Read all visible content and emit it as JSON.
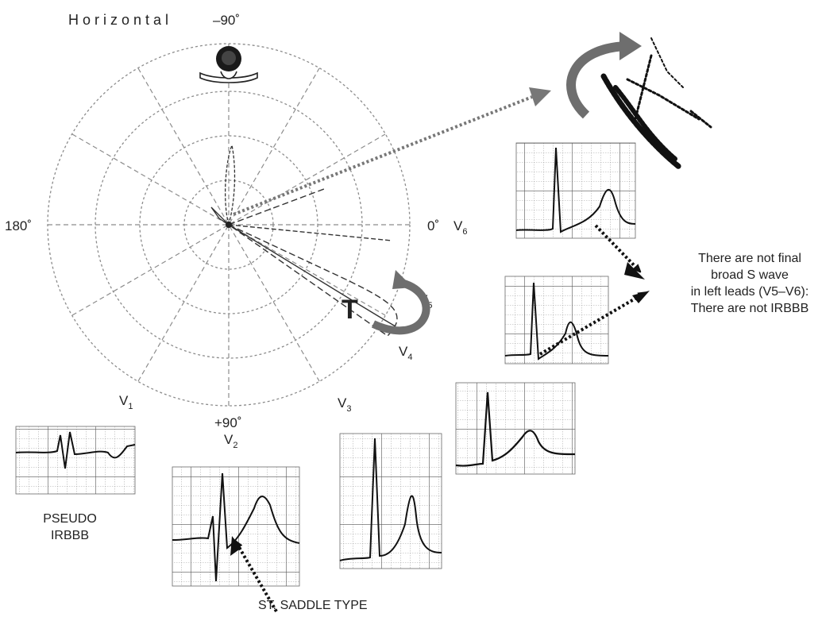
{
  "diagram": {
    "plane_label": "Horizontal",
    "angles": {
      "top": "–90˚",
      "left": "180˚",
      "right": "0˚",
      "bottom": "+90˚"
    },
    "leads": {
      "v1": {
        "main": "V",
        "sub": "1"
      },
      "v2": {
        "main": "V",
        "sub": "2"
      },
      "v3": {
        "main": "V",
        "sub": "3"
      },
      "v4": {
        "main": "V",
        "sub": "4"
      },
      "v5": {
        "main": "V",
        "sub": "5"
      },
      "v6": {
        "main": "V",
        "sub": "6"
      }
    },
    "t_loop_label": "T",
    "pseudo_label": [
      "PSEUDO",
      "IRBBB"
    ],
    "st_label": "ST. SADDLE TYPE",
    "note_lines": [
      "There are not final",
      "broad S wave",
      "in left leads (V5–V6):",
      "There are not IRBBB"
    ]
  },
  "colors": {
    "ink": "#222222",
    "grid": "#9a9a9a",
    "arrow": "#6e6e6e",
    "loop_dots": "#111111"
  }
}
